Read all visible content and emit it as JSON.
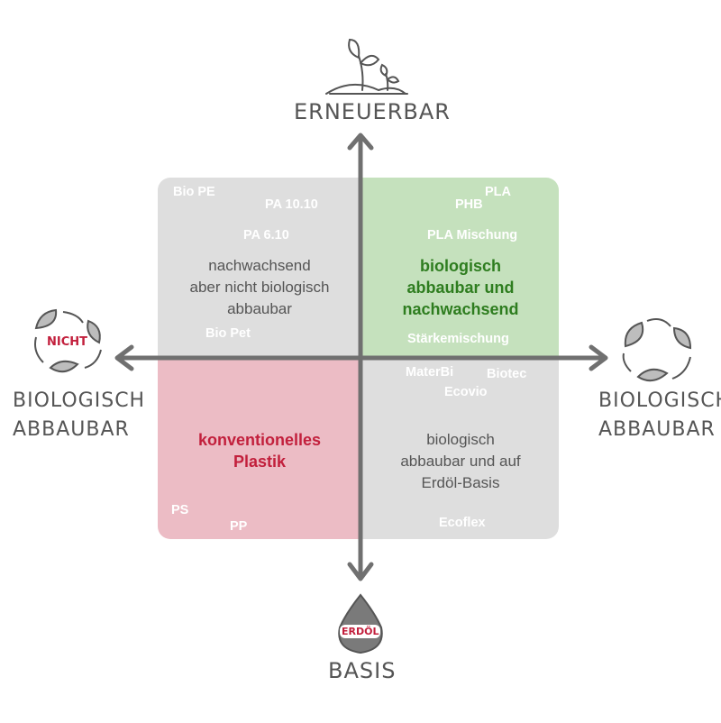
{
  "axes": {
    "top": "ERNEUERBAR",
    "bottom": "BASIS",
    "left_line1": "BIOLOGISCH",
    "left_line2": "ABBAUBAR",
    "left_badge": "NICHT",
    "right_line1": "BIOLOGISCH",
    "right_line2": "ABBAUBAR",
    "drop_label": "ERDÖL"
  },
  "quadrants": {
    "top_left": {
      "label_lines": [
        "nachwachsend",
        "aber nicht biologisch",
        "abbaubar"
      ],
      "materials": [
        "Bio PE",
        "PA 10.10",
        "PA 6.10",
        "Bio Pet"
      ]
    },
    "top_right": {
      "label_lines": [
        "biologisch",
        "abbaubar und",
        "nachwachsend"
      ],
      "materials": [
        "PLA",
        "PHB",
        "PLA Mischung",
        "Stärkemischung"
      ]
    },
    "bottom_left": {
      "label_lines": [
        "konventionelles",
        "Plastik"
      ],
      "materials": [
        "PS",
        "PP"
      ]
    },
    "bottom_right": {
      "label_lines": [
        "biologisch",
        "abbaubar und auf",
        "Erdöl-Basis"
      ],
      "materials": [
        "MaterBi",
        "Biotec",
        "Ecovio",
        "Ecoflex"
      ]
    }
  },
  "colors": {
    "grey_quadrant": "#dedede",
    "green_quadrant": "#c5e1bd",
    "red_quadrant": "#ecbcc5",
    "green_text": "#2e7d1f",
    "red_text": "#c21f3c",
    "axis": "#707070"
  }
}
